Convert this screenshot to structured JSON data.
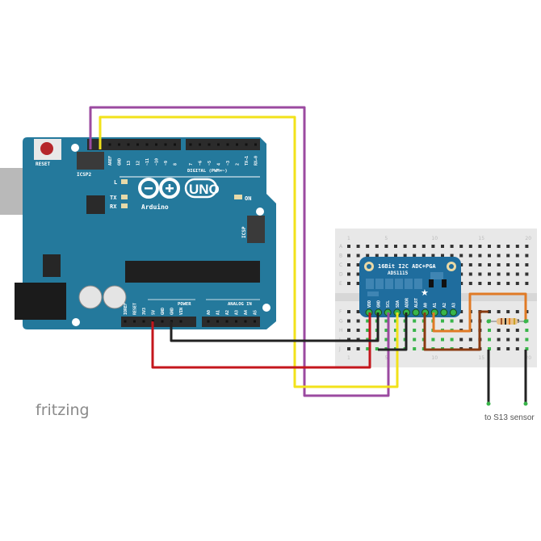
{
  "arduino": {
    "brand": "UNO",
    "name": "Arduino",
    "reset_label": "RESET",
    "icsp2_label": "ICSP2",
    "icsp_label": "ICSP",
    "digital_label": "DIGITAL (PWM=~)",
    "power_label": "POWER",
    "analog_label": "ANALOG IN",
    "led_l": "L",
    "led_tx": "TX",
    "led_rx": "RX",
    "led_on": "ON",
    "top_pins_left": [
      "AREF",
      "GND",
      "13",
      "12",
      "~11",
      "~10",
      "~9",
      "8"
    ],
    "top_pins_right": [
      "7",
      "~6",
      "~5",
      "4",
      "~3",
      "2",
      "TX→1",
      "RX←0"
    ],
    "power_pins": [
      "IOREF",
      "RESET",
      "3V3",
      "5V",
      "GND",
      "GND",
      "VIN"
    ],
    "analog_pins": [
      "A0",
      "A1",
      "A2",
      "A3",
      "A4",
      "A5"
    ]
  },
  "breadboard": {
    "rows_top": [
      "A",
      "B",
      "C",
      "D",
      "E"
    ],
    "rows_bottom": [
      "F",
      "G",
      "H",
      "I",
      "J"
    ],
    "column_numbers": [
      "1",
      "5",
      "10",
      "15",
      "20"
    ]
  },
  "adc_board": {
    "title": "16Bit I2C ADC+PGA",
    "model": "ADS1115",
    "pins": [
      "VDD",
      "GND",
      "SCL",
      "SDA",
      "ADDR",
      "ALRT",
      "A0",
      "A1",
      "A2",
      "A3"
    ]
  },
  "annotations": {
    "sensor_note": "to S13 sensor",
    "logo": "fritzing"
  },
  "colors": {
    "board_blue": "#24799c",
    "adc_blue": "#1f6d9e",
    "wire_red": "#c4161c",
    "wire_black": "#222222",
    "wire_yellow": "#f2e21a",
    "wire_purple": "#9b4aa0",
    "wire_orange": "#e07a25",
    "wire_brown": "#8a3b12"
  }
}
